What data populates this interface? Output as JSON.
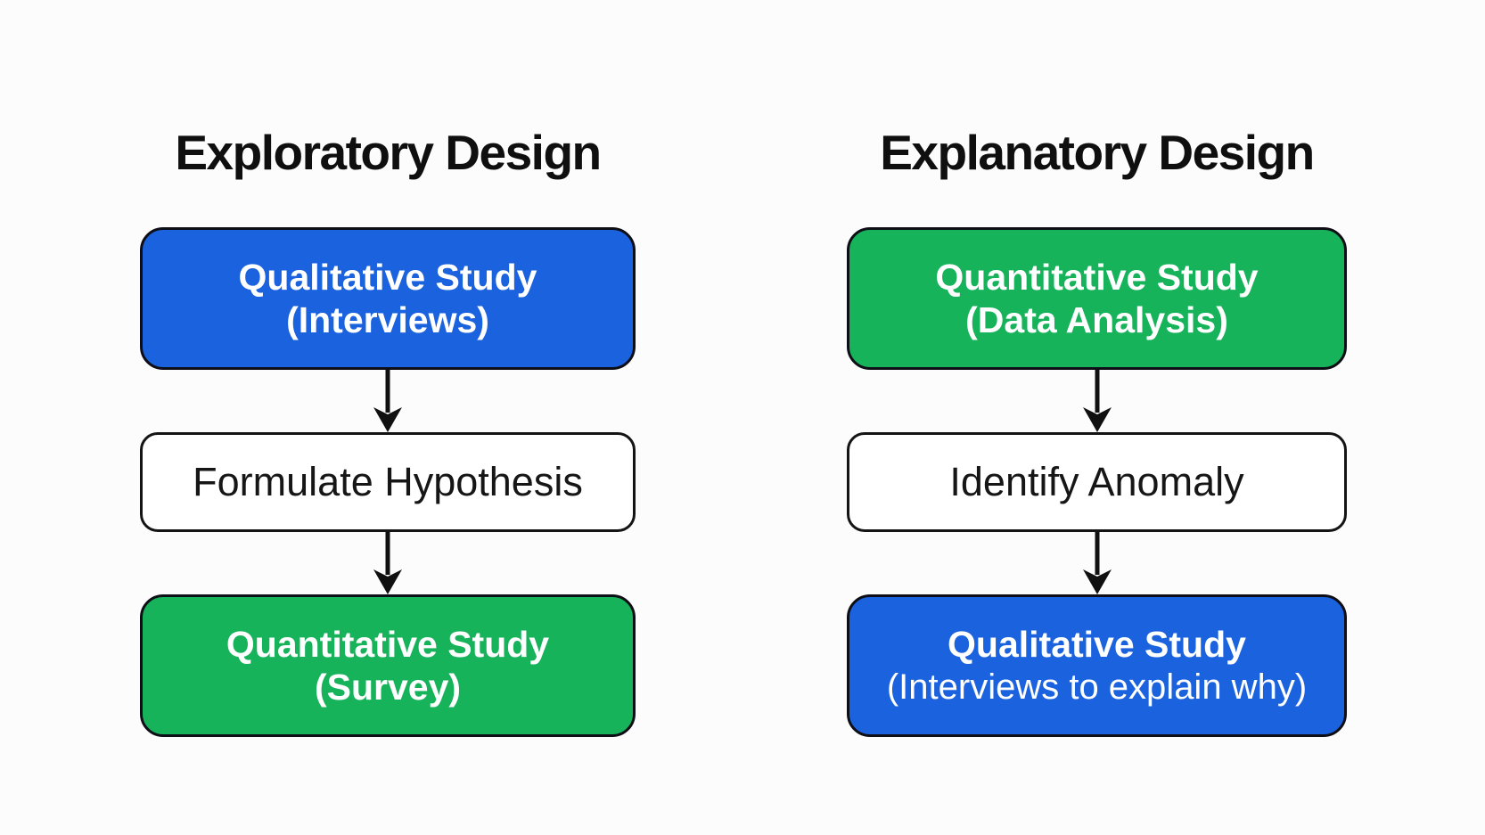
{
  "diagram": {
    "background": "#fcfcfc",
    "colors": {
      "blue": "#1b62de",
      "green": "#16b35a",
      "white_box": "#ffffff",
      "title_text": "#0f0f0f",
      "box_text_light": "#ffffff",
      "box_text_dark": "#161616",
      "arrow": "#101010",
      "box_border": "#0e0e16"
    },
    "columns": [
      {
        "title": "Exploratory Design",
        "steps": [
          {
            "kind": "colored",
            "fill": "#1b62de",
            "text_color": "#ffffff",
            "line1": "Qualitative Study",
            "line2": "(Interviews)"
          },
          {
            "kind": "outline",
            "fill": "#ffffff",
            "text_color": "#161616",
            "line1": "Formulate Hypothesis"
          },
          {
            "kind": "colored",
            "fill": "#16b35a",
            "text_color": "#ffffff",
            "line1": "Quantitative Study",
            "line2": "(Survey)"
          }
        ]
      },
      {
        "title": "Explanatory Design",
        "steps": [
          {
            "kind": "colored",
            "fill": "#16b35a",
            "text_color": "#ffffff",
            "line1": "Quantitative Study",
            "line2": "(Data Analysis)"
          },
          {
            "kind": "outline",
            "fill": "#ffffff",
            "text_color": "#161616",
            "line1": "Identify Anomaly"
          },
          {
            "kind": "colored",
            "fill": "#1b62de",
            "text_color": "#ffffff",
            "line1": "Qualitative Study",
            "line2": "(Interviews to explain why)"
          }
        ]
      }
    ]
  }
}
